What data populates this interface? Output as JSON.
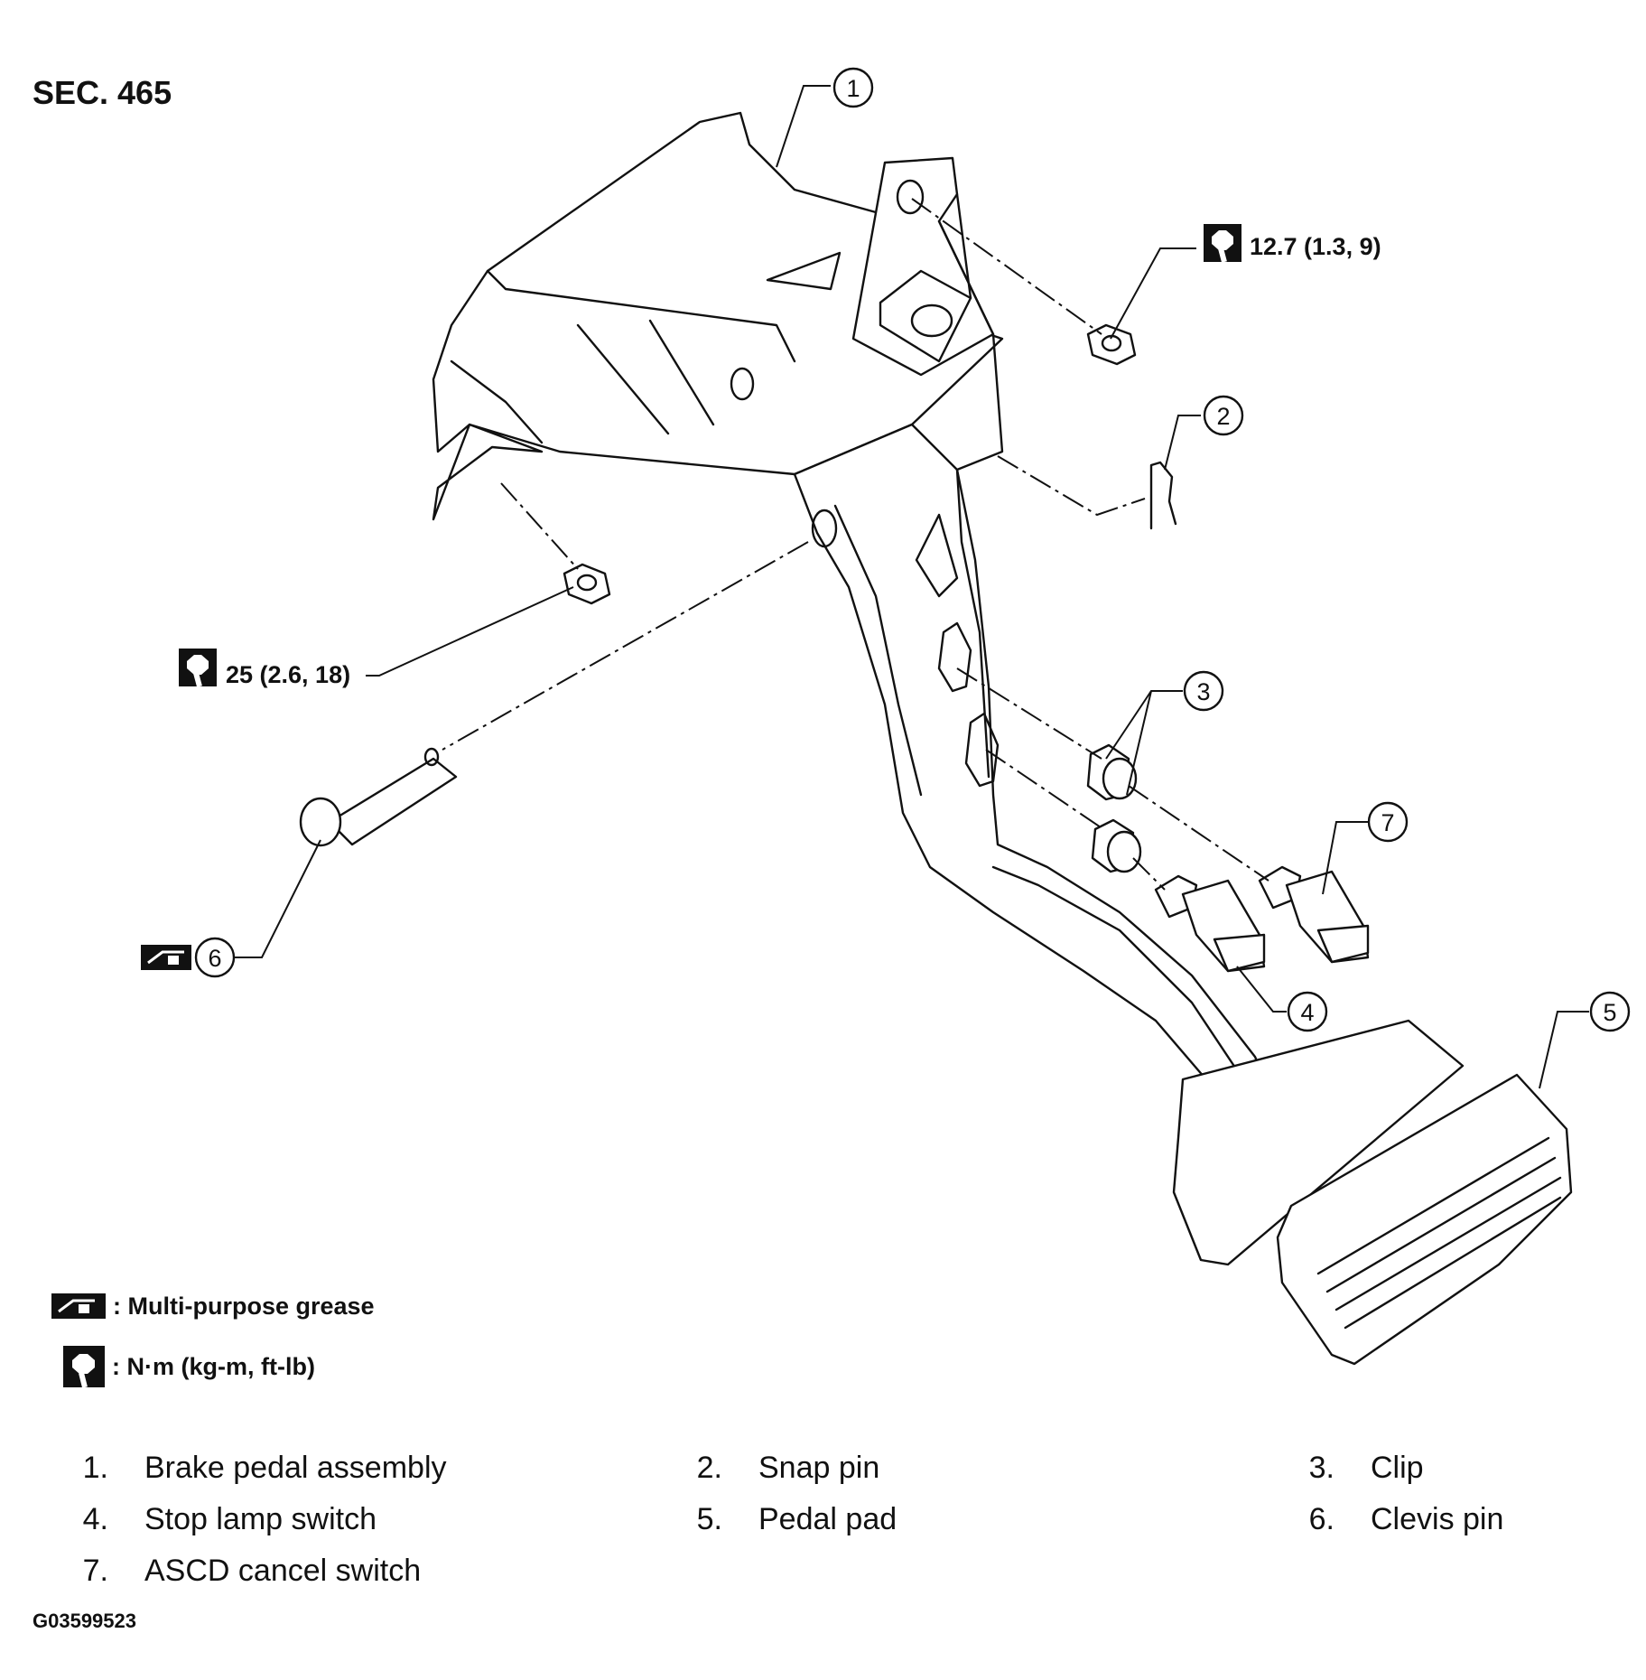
{
  "section": "SEC. 465",
  "torque_specs": {
    "nut_upper": "12.7 (1.3, 9)",
    "nut_lower": "25 (2.6, 18)"
  },
  "callouts": [
    "1",
    "2",
    "3",
    "4",
    "5",
    "6",
    "7"
  ],
  "legend": {
    "grease": ": Multi-purpose grease",
    "torque": ": N·m (kg-m, ft-lb)"
  },
  "parts": [
    {
      "num": "1.",
      "name": "Brake pedal assembly"
    },
    {
      "num": "2.",
      "name": "Snap pin"
    },
    {
      "num": "3.",
      "name": "Clip"
    },
    {
      "num": "4.",
      "name": "Stop lamp switch"
    },
    {
      "num": "5.",
      "name": "Pedal pad"
    },
    {
      "num": "6.",
      "name": "Clevis pin"
    },
    {
      "num": "7.",
      "name": "ASCD cancel switch"
    }
  ],
  "figure_code": "G03599523",
  "icons": {
    "torque": "torque-wrench-icon",
    "grease": "grease-gun-icon"
  }
}
